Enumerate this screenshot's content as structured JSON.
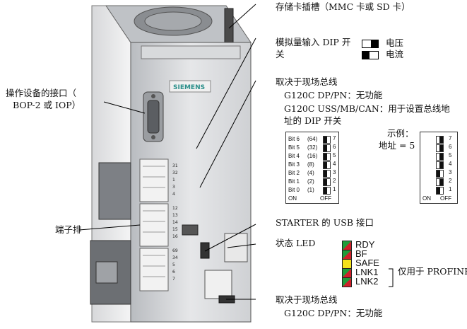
{
  "labels": {
    "card_slot": "存储卡插槽（MMC 卡或 SD 卡）",
    "analog_dip": "模拟量输入 DIP 开",
    "analog_dip_2": "关",
    "voltage": "电压",
    "current": "电流",
    "fieldbus_1": "取决于现场总线",
    "dp_pn_1": "G120C DP/PN：无功能",
    "uss_1": "G120C USS/MB/CAN：用于设置总线地",
    "uss_2": "址的 DIP 开关",
    "example": "示例：",
    "address": "地址 = 5",
    "op_interface_1": "操作设备的接口（",
    "op_interface_2": "BOP-2 或 IOP）",
    "terminal_strip": "端子排",
    "starter_usb": "STARTER 的 USB 接口",
    "status_led": "状态 LED",
    "profinet_only": "仅用于 PROFINET",
    "fieldbus_2": "取决于现场总线",
    "dp_pn_2": "G120C DP/PN：无功能",
    "brand": "SIEMENS",
    "on": "ON",
    "off": "OFF"
  },
  "dip_bits": [
    {
      "label": "Bit 6",
      "weight": "(64)",
      "num": "7"
    },
    {
      "label": "Bit 5",
      "weight": "(32)",
      "num": "6"
    },
    {
      "label": "Bit 4",
      "weight": "(16)",
      "num": "5"
    },
    {
      "label": "Bit 3",
      "weight": "(8)",
      "num": "4"
    },
    {
      "label": "Bit 2",
      "weight": "(4)",
      "num": "3"
    },
    {
      "label": "Bit 1",
      "weight": "(2)",
      "num": "2"
    },
    {
      "label": "Bit 0",
      "weight": "(1)",
      "num": "1"
    }
  ],
  "example_switches": [
    "off",
    "off",
    "off",
    "off",
    "on",
    "off",
    "on"
  ],
  "leds": [
    {
      "name": "RDY",
      "colors": [
        "#1f9e3a",
        "#d0202a"
      ]
    },
    {
      "name": "BF",
      "colors": [
        "#1f9e3a",
        "#d0202a"
      ]
    },
    {
      "name": "SAFE",
      "colors": [
        "#f3e21b",
        "#f3e21b"
      ]
    },
    {
      "name": "LNK1",
      "colors": [
        "#1f9e3a",
        "#d0202a"
      ]
    },
    {
      "name": "LNK2",
      "colors": [
        "#1f9e3a",
        "#d0202a"
      ]
    }
  ]
}
